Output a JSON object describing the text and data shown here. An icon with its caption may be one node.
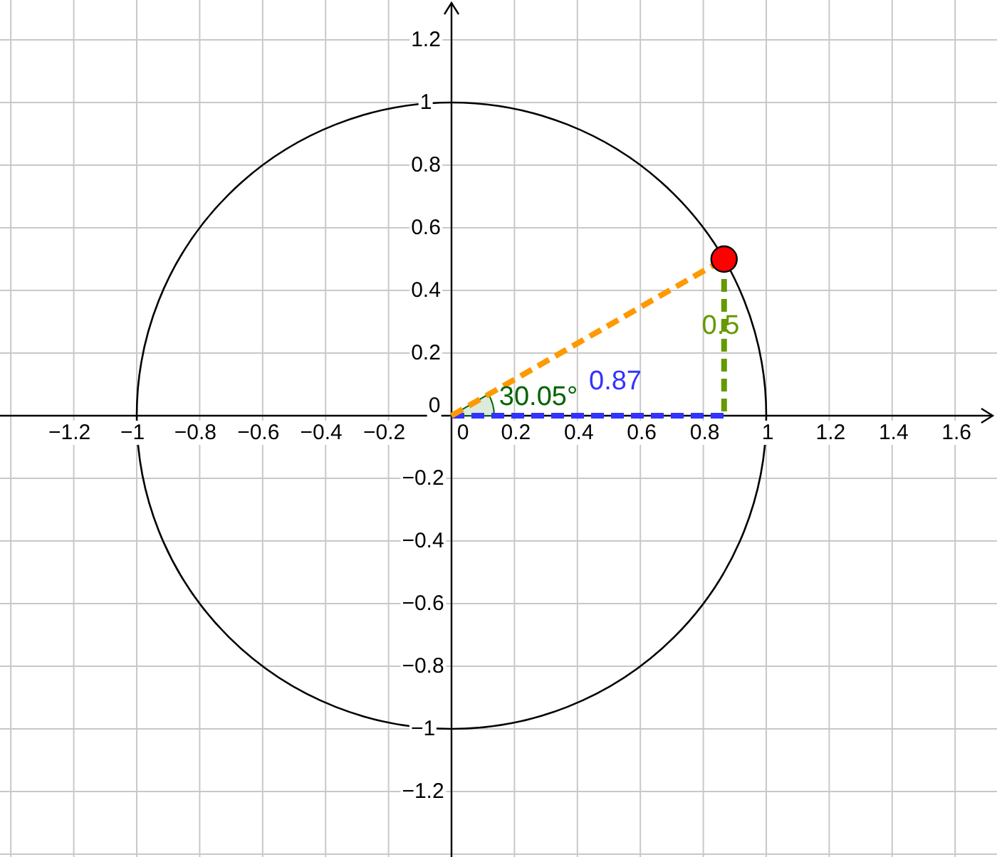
{
  "diagram": {
    "labels": [
      "1.2",
      "1",
      "0.8",
      "0.6",
      "0.4",
      "0.5",
      "0.2",
      "0.87",
      "30.05°",
      "0",
      "−1.2",
      "−1",
      "−0.8",
      "−0.6",
      "−0.4",
      "−0.2",
      "0",
      "0.2",
      "0.4",
      "0.6",
      "0.8",
      "1",
      "1.2",
      "1.4",
      "1.6",
      "−0.2",
      "−0.4",
      "−0.6",
      "−0.8",
      "−1",
      "−1.2"
    ]
  }
}
